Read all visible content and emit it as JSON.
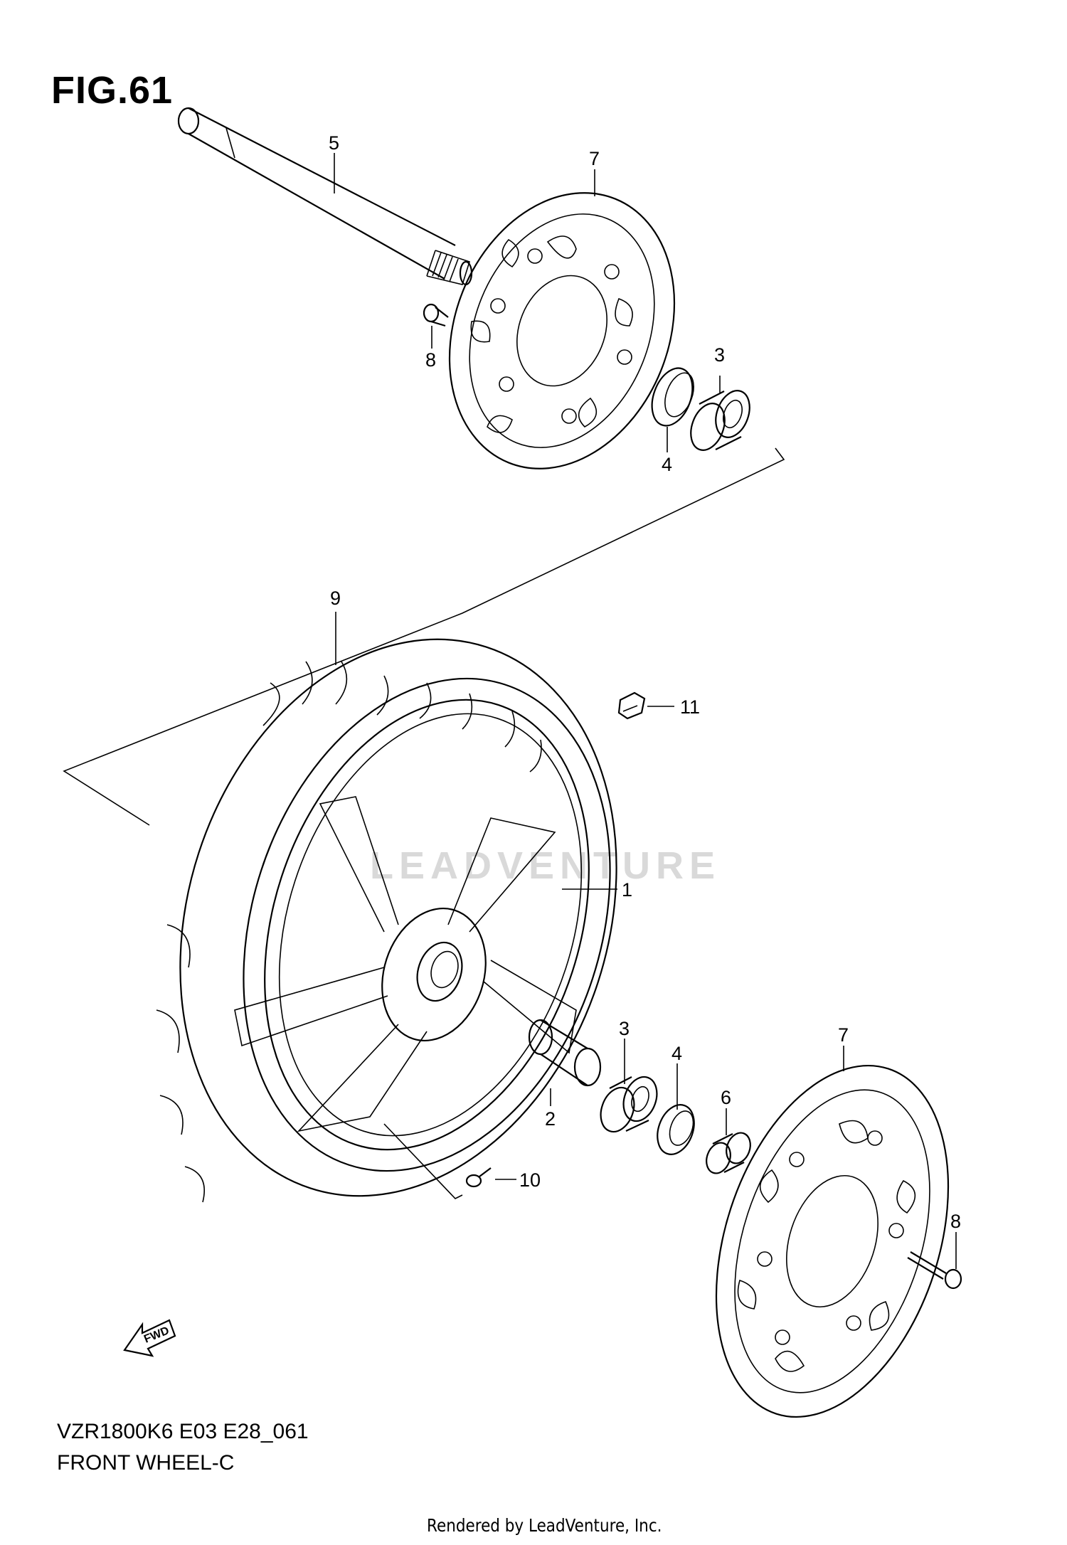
{
  "figure": {
    "title": "FIG.61",
    "model_code": "VZR1800K6 E03 E28_061",
    "section_name": "FRONT WHEEL-C",
    "rendered_by": "Rendered by LeadVenture, Inc.",
    "watermark": "LEADVENTURE",
    "fwd_label": "FWD"
  },
  "callouts": [
    {
      "id": "callout-5",
      "label": "5"
    },
    {
      "id": "callout-7-top",
      "label": "7"
    },
    {
      "id": "callout-8-top",
      "label": "8"
    },
    {
      "id": "callout-3-top",
      "label": "3"
    },
    {
      "id": "callout-4-top",
      "label": "4"
    },
    {
      "id": "callout-9",
      "label": "9"
    },
    {
      "id": "callout-11",
      "label": "11"
    },
    {
      "id": "callout-1",
      "label": "1"
    },
    {
      "id": "callout-3-bottom",
      "label": "3"
    },
    {
      "id": "callout-4-bottom",
      "label": "4"
    },
    {
      "id": "callout-6",
      "label": "6"
    },
    {
      "id": "callout-7-bottom",
      "label": "7"
    },
    {
      "id": "callout-2",
      "label": "2"
    },
    {
      "id": "callout-10",
      "label": "10"
    },
    {
      "id": "callout-8-bottom",
      "label": "8"
    }
  ]
}
